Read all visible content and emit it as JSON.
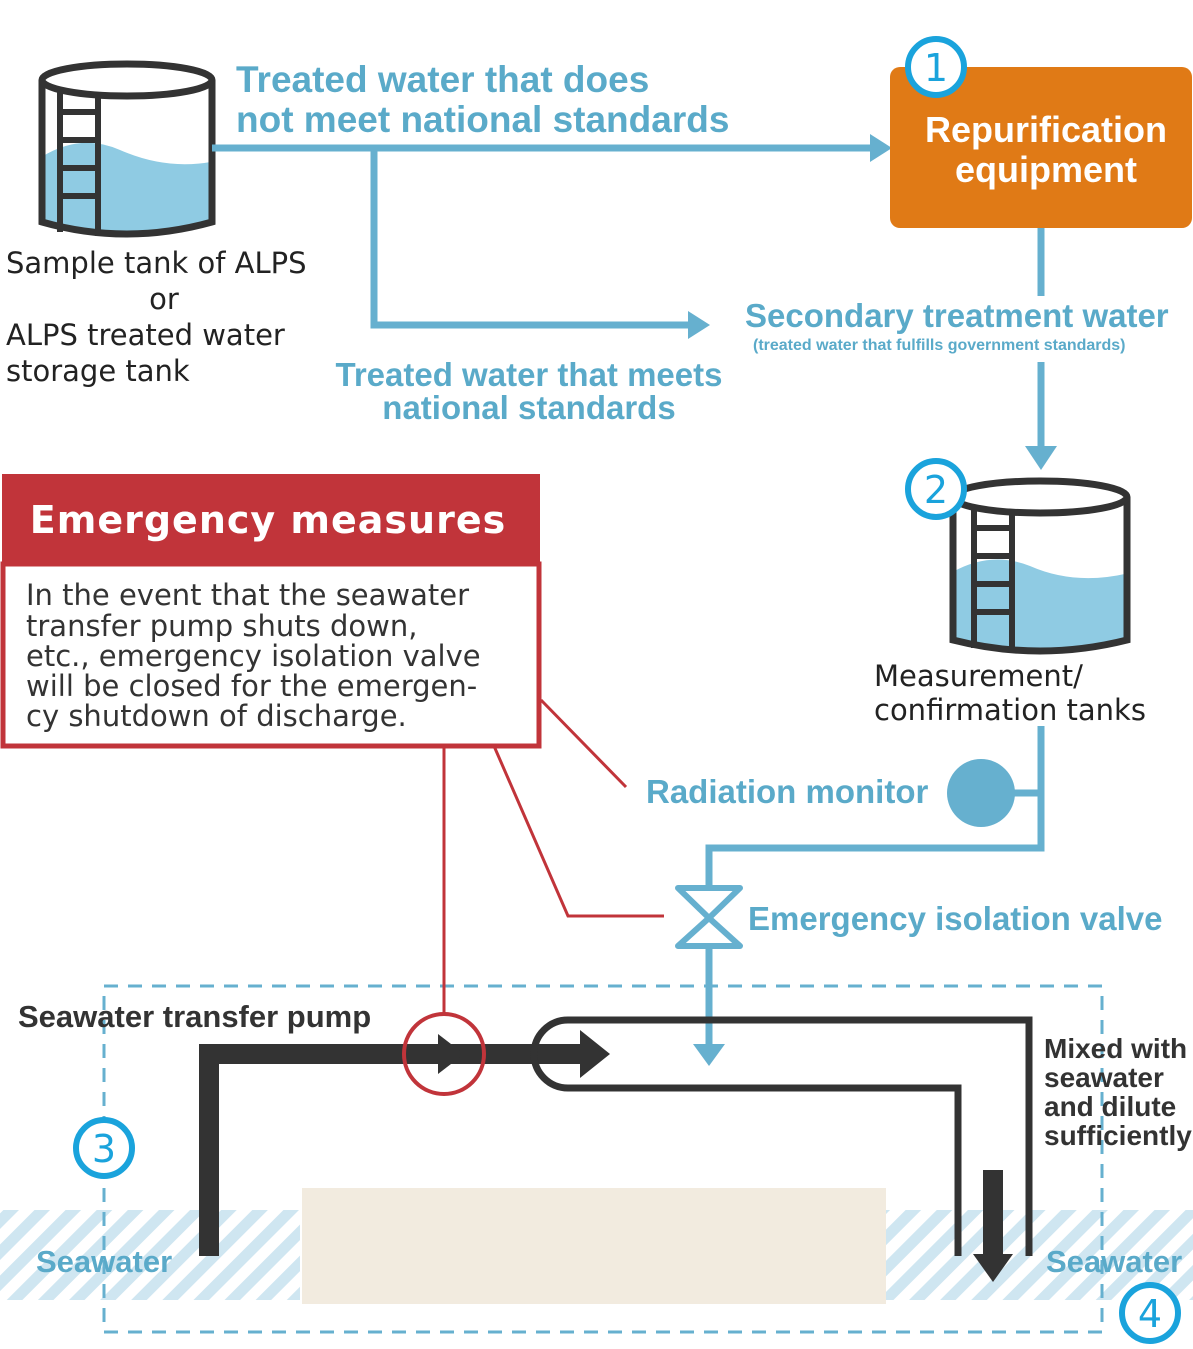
{
  "colors": {
    "pipe_blue": "#66b0cf",
    "text_blue": "#5aaac9",
    "badge_blue": "#1aa3dc",
    "orange": "#e07a16",
    "red": "#c1343a",
    "dark": "#333333",
    "water": "#8fcbe3",
    "ground": "#f2ebdf",
    "hatch": "#cfe6f1"
  },
  "labels": {
    "not_meet_line1": "Treated water that does",
    "not_meet_line2": "not meet national standards",
    "sample_tank_line1": "Sample tank of ALPS",
    "sample_tank_line2": "or",
    "sample_tank_line3": "ALPS treated water",
    "sample_tank_line4": "storage tank",
    "meets_line1": "Treated water that meets",
    "meets_line2": "national standards",
    "repurification_line1": "Repurification",
    "repurification_line2": "equipment",
    "secondary_line1": "Secondary treatment water",
    "secondary_line2": "(treated water that fulfills government standards)",
    "measurement_line1": "Measurement/",
    "measurement_line2": "confirmation tanks",
    "radiation_monitor": "Radiation monitor",
    "isolation_valve": "Emergency isolation valve",
    "pump": "Seawater transfer pump",
    "mixed_line1": "Mixed with",
    "mixed_line2": "seawater",
    "mixed_line3": "and dilute",
    "mixed_line4": "sufficiently",
    "seawater_left": "Seawater",
    "seawater_right": "Seawater"
  },
  "emergency": {
    "title": "Emergency measures",
    "body_line1": "In the event that the seawater",
    "body_line2": "transfer pump shuts down,",
    "body_line3": "etc., emergency isolation valve",
    "body_line4": "will be closed for the emergen-",
    "body_line5": "cy shutdown of discharge."
  },
  "badges": {
    "b1": "1",
    "b2": "2",
    "b3": "3",
    "b4": "4"
  }
}
